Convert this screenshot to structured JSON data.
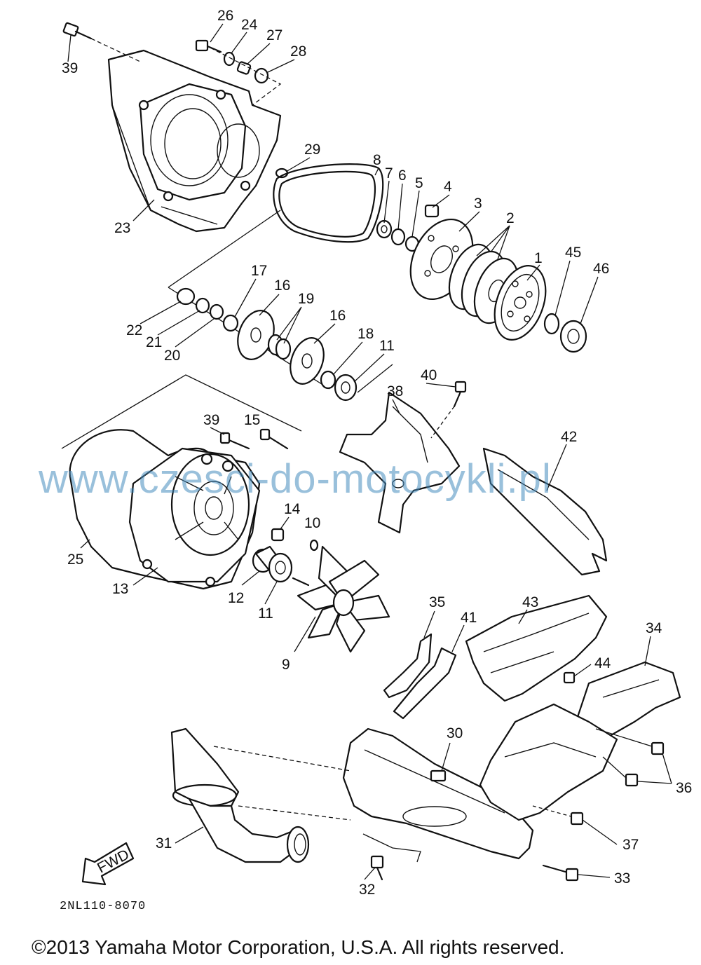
{
  "diagram": {
    "code": "2NL110-8070",
    "watermark": "www.czesci-do-motocykli.pl",
    "copyright": "©2013 Yamaha Motor Corporation, U.S.A. All rights reserved.",
    "fwd_label": "FWD",
    "part_labels": {
      "p1": "1",
      "p2": "2",
      "p3": "3",
      "p4": "4",
      "p5": "5",
      "p6": "6",
      "p7": "7",
      "p8": "8",
      "p9": "9",
      "p10": "10",
      "p11a": "11",
      "p11b": "11",
      "p12": "12",
      "p13": "13",
      "p14": "14",
      "p15": "15",
      "p16a": "16",
      "p16b": "16",
      "p17": "17",
      "p18": "18",
      "p19": "19",
      "p20": "20",
      "p21": "21",
      "p22": "22",
      "p23": "23",
      "p24": "24",
      "p25": "25",
      "p26": "26",
      "p27": "27",
      "p28": "28",
      "p29": "29",
      "p30": "30",
      "p31": "31",
      "p32": "32",
      "p33": "33",
      "p34": "34",
      "p35": "35",
      "p36": "36",
      "p37": "37",
      "p38": "38",
      "p39a": "39",
      "p39b": "39",
      "p40": "40",
      "p41": "41",
      "p42": "42",
      "p43": "43",
      "p44": "44",
      "p45": "45",
      "p46": "46"
    }
  }
}
